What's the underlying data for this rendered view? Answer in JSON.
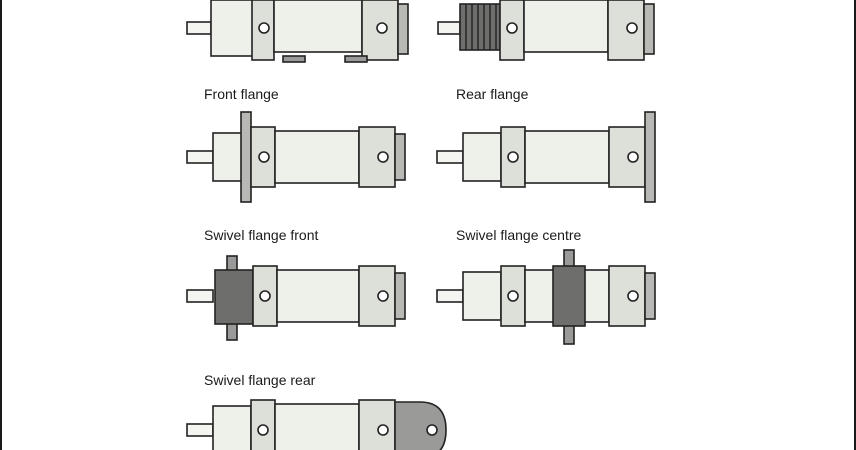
{
  "labels": {
    "front_flange": "Front flange",
    "rear_flange": "Rear flange",
    "swivel_flange_front": "Swivel flange front",
    "swivel_flange_centre": "Swivel flange centre",
    "swivel_flange_rear": "Swivel flange rear"
  },
  "colors": {
    "outline": "#222222",
    "body": "#eef0ea",
    "flange": "#b8b8b4",
    "swivel_block": "#6e6e6c"
  }
}
